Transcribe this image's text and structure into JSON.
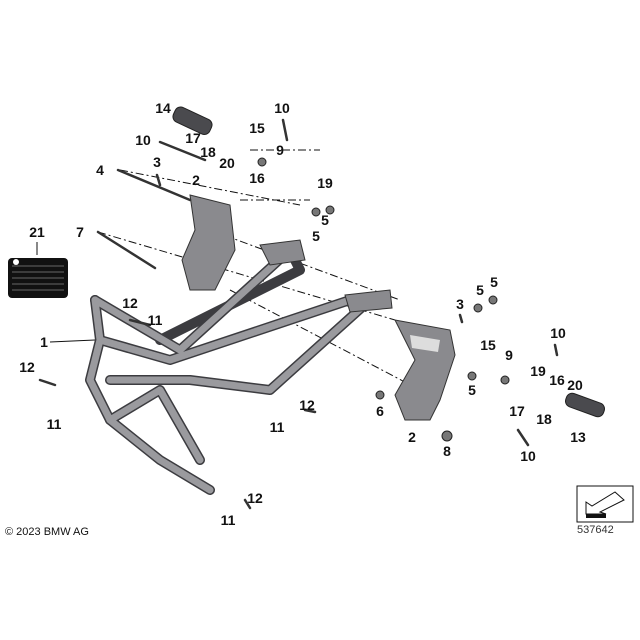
{
  "callouts": [
    {
      "label": "14"
    },
    {
      "label": "10"
    },
    {
      "label": "17"
    },
    {
      "label": "15"
    },
    {
      "label": "10"
    },
    {
      "label": "18"
    },
    {
      "label": "20"
    },
    {
      "label": "9"
    },
    {
      "label": "16"
    },
    {
      "label": "19"
    },
    {
      "label": "4"
    },
    {
      "label": "3"
    },
    {
      "label": "2"
    },
    {
      "label": "5"
    },
    {
      "label": "5"
    },
    {
      "label": "7"
    },
    {
      "label": "21"
    },
    {
      "label": "12"
    },
    {
      "label": "11"
    },
    {
      "label": "1"
    },
    {
      "label": "12"
    },
    {
      "label": "11"
    },
    {
      "label": "12"
    },
    {
      "label": "11"
    },
    {
      "label": "12"
    },
    {
      "label": "11"
    },
    {
      "label": "3"
    },
    {
      "label": "5"
    },
    {
      "label": "5"
    },
    {
      "label": "10"
    },
    {
      "label": "15"
    },
    {
      "label": "9"
    },
    {
      "label": "19"
    },
    {
      "label": "16"
    },
    {
      "label": "20"
    },
    {
      "label": "5"
    },
    {
      "label": "6"
    },
    {
      "label": "17"
    },
    {
      "label": "18"
    },
    {
      "label": "2"
    },
    {
      "label": "13"
    },
    {
      "label": "8"
    },
    {
      "label": "10"
    }
  ],
  "footer": {
    "copyright": "© 2023 BMW AG",
    "diagram_id": "537642"
  },
  "colors": {
    "part": "#8a8a8e",
    "part_dark": "#4a4a4e",
    "line": "#111111"
  }
}
